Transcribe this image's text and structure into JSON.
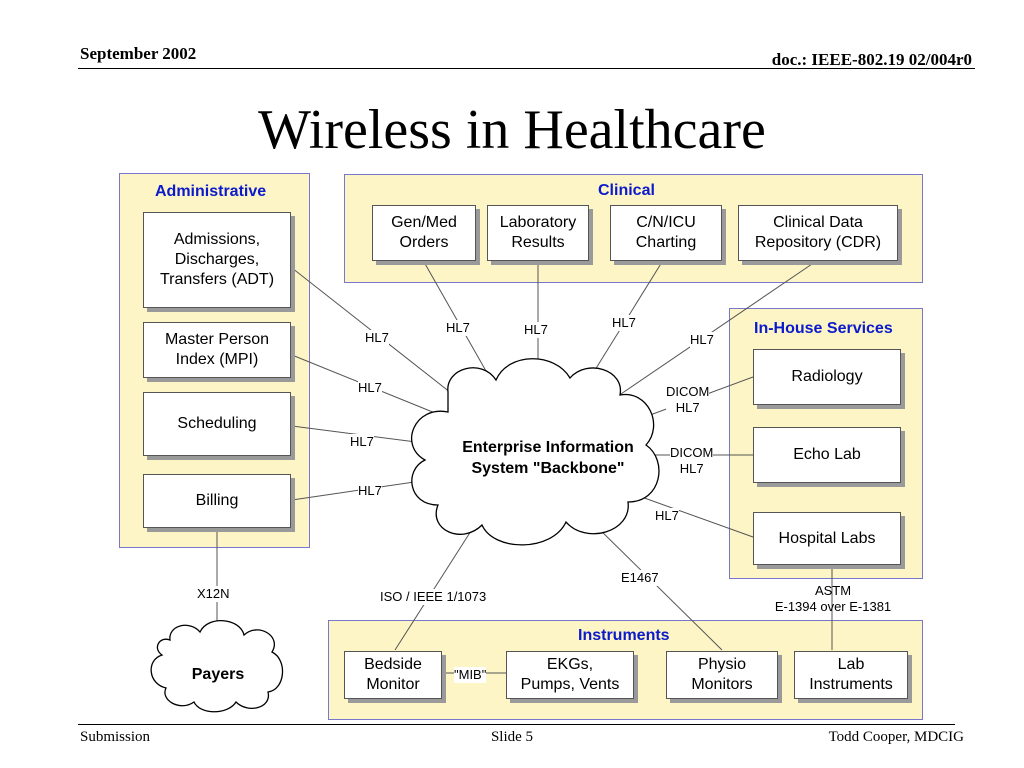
{
  "header": {
    "date": "September 2002",
    "doc": "doc.: IEEE-802.19  02/004r0"
  },
  "title": "Wireless in Healthcare",
  "footer": {
    "left": "Submission",
    "center": "Slide 5",
    "right": "Todd Cooper, MDCIG"
  },
  "diagram": {
    "administrative": {
      "title": "Administrative",
      "boxes": [
        "Admissions,\nDischarges,\nTransfers (ADT)",
        "Master Person\nIndex (MPI)",
        "Scheduling",
        "Billing"
      ]
    },
    "clinical": {
      "title": "Clinical",
      "boxes": [
        "Gen/Med\nOrders",
        "Laboratory\nResults",
        "C/N/ICU\nCharting",
        "Clinical Data\nRepository (CDR)"
      ]
    },
    "in_house": {
      "title": "In-House Services",
      "boxes": [
        "Radiology",
        "Echo Lab",
        "Hospital Labs"
      ]
    },
    "instruments": {
      "title": "Instruments",
      "boxes": [
        "Bedside\nMonitor",
        "EKGs,\nPumps, Vents",
        "Physio\nMonitors",
        "Lab\nInstruments"
      ]
    },
    "backbone": "Enterprise Information\nSystem \"Backbone\"",
    "payers": "Payers",
    "labels": {
      "adt": "HL7",
      "mpi": "HL7",
      "sched": "HL7",
      "billing": "HL7",
      "genmed": "HL7",
      "lab": "HL7",
      "charting": "HL7",
      "cdr": "HL7",
      "radiology": "DICOM\nHL7",
      "echo": "DICOM\nHL7",
      "hosplabs": "HL7",
      "x12n": "X12N",
      "iso": "ISO / IEEE 1/1073",
      "e1467": "E1467",
      "astm": "ASTM\nE-1394 over E-1381",
      "mib": "\"MIB\""
    }
  }
}
